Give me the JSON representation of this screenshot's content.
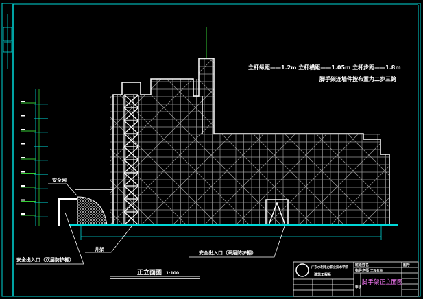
{
  "notes": {
    "spacing": "立杆纵距——1.2m   立杆横距——1.05m   立杆步距——1.8m",
    "tie": "脚手架连墙件按布置为二步三跨"
  },
  "labels": {
    "safety_net": "安全网",
    "hoist": "井架",
    "entrance_left": "安全出入口（双层防护棚）",
    "entrance_right": "安全出入口（双层防护棚）"
  },
  "drawing_title": {
    "title": "正立面图",
    "scale": "1:100"
  },
  "title_block": {
    "school": "广东水利电力职业技术学院",
    "dept": "建筑工程系",
    "drawing_name": "脚手架正立面图",
    "project_label": "工程名称",
    "r1": "班级姓名",
    "r2": "指导老师",
    "r3": "审核",
    "sheet": "图号"
  },
  "colors": {
    "frame": "#00d8d8",
    "lines": "#ffffff",
    "grid": "#9a9a9a",
    "dim": "#33cc33"
  }
}
